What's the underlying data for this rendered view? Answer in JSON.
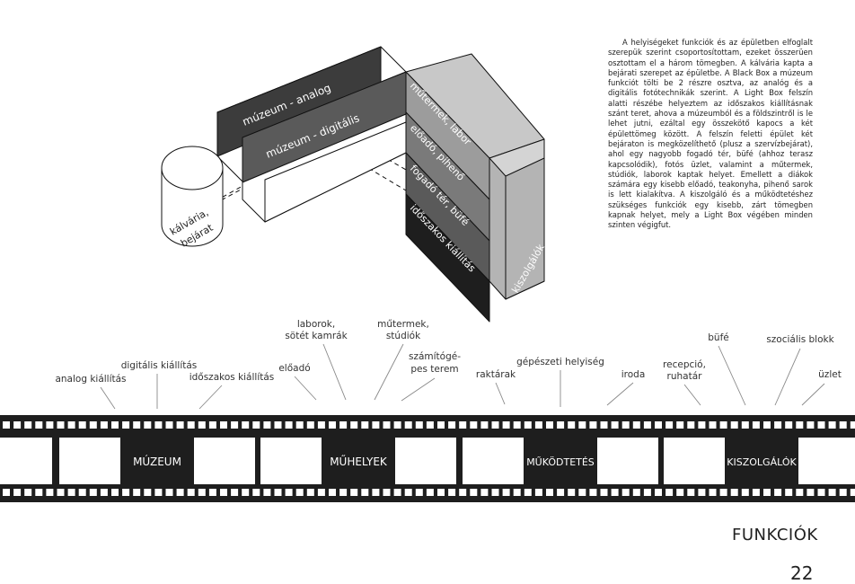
{
  "paragraph": "A helyiségeket funkciók és az épületben elfoglalt szerepük szerint csoportosítottam, ezeket összerüen osztottam el a három tömegben. A kálvária kapta a bejárati szerepet az épületbe. A Black Box a múzeum funkciót tölti be 2 részre osztva, az analóg és a digitális fotótechnikák szerint. A Light Box felszín alatti részébe helyeztem az időszakos kiállításnak szánt teret, ahova a múzeumból és a földszintről is le lehet jutni, ezáltal egy összekötő kapocs a két épülettömeg között. A felszín feletti épület két bejáraton is megközelíthető (plusz a szervízbejárat), ahol egy nagyobb fogadó tér, büfé (ahhoz terasz kapcsolódik), fotós üzlet, valamint a műtermek, stúdiók, laborok kaptak helyet. Emellett a diákok számára egy kisebb előadó, teakonyha, pihenő sarok is lett kialakítva. A kiszolgáló és a működtetéshez szükséges funkciók egy kisebb, zárt tömegben kapnak helyet, mely a Light Box végében minden szinten végigfut.",
  "diagram": {
    "kalvaria_line1": "kálvária,",
    "kalvaria_line2": "bejárat",
    "muzeum_analog": "múzeum - analog",
    "muzeum_digitalis": "múzeum - digitális",
    "mutermek_labor": "műtermek, labor",
    "eloado_piheno": "előadó, pihenő",
    "fogado_bufe": "fogadó tér, büfé",
    "idoszakos_kiallitas": "időszakos kiállítás",
    "kiszolgalok": "kiszolgálók"
  },
  "labels": {
    "analog_kiallitas": "analog kiállítás",
    "digitalis_kiallitas": "digitális kiállítás",
    "idoszakos_kiallitas": "időszakos kiállítás",
    "eloado": "előadó",
    "laborok_l1": "laborok,",
    "laborok_l2": "sötét kamrák",
    "mutermek_l1": "műtermek,",
    "mutermek_l2": "stúdiók",
    "szamitogep_l1": "számítógé-",
    "szamitogep_l2": "pes terem",
    "raktarak": "raktárak",
    "gepeszeti": "gépészeti helyiség",
    "iroda": "iroda",
    "recepcio_l1": "recepció,",
    "recepcio_l2": "ruhatár",
    "bufe": "büfé",
    "szocialis": "szociális blokk",
    "uzlet": "üzlet"
  },
  "film": {
    "muzeum": "MÚZEUM",
    "muhelyek": "MŰHELYEK",
    "mukodtetes": "MŰKÖDTETÉS",
    "kiszolgalok": "KISZOLGÁLÓK"
  },
  "page": {
    "title": "FUNKCIÓK",
    "number": "22"
  },
  "colors": {
    "black": "#1e1e1e",
    "dark_gray": "#3c3c3c",
    "mid_gray": "#5a5a5a",
    "gray": "#7a7a7a",
    "light_gray": "#9c9c9c",
    "lighter_gray": "#b4b4b4",
    "face_gray": "#c8c8c8"
  }
}
